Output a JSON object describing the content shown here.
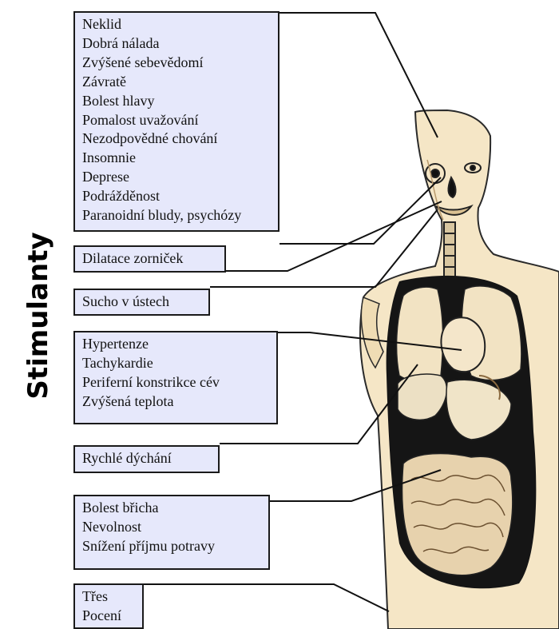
{
  "side_title": "Stimulanty",
  "boxes": [
    {
      "id": "head",
      "items": [
        "Neklid",
        "Dobrá nálada",
        "Zvýšené sebevědomí",
        "Závratě",
        "Bolest hlavy",
        "Pomalost uvažování",
        "Nezodpovědné chování",
        "Insomnie",
        "Deprese",
        "Podrážděnost",
        "Paranoidní bludy, psychózy"
      ]
    },
    {
      "id": "pupils",
      "items": [
        "Dilatace zorniček"
      ]
    },
    {
      "id": "mouth",
      "items": [
        "Sucho v ústech"
      ]
    },
    {
      "id": "heart",
      "items": [
        "Hypertenze",
        "Tachykardie",
        "Periferní konstrikce cév",
        "Zvýšená teplota"
      ]
    },
    {
      "id": "breathing",
      "items": [
        "Rychlé dýchání"
      ]
    },
    {
      "id": "abdomen",
      "items": [
        "Bolest břicha",
        "Nevolnost",
        "Snížení příjmu potravy"
      ]
    },
    {
      "id": "skin",
      "items": [
        "Třes",
        "Pocení"
      ]
    }
  ],
  "colors": {
    "box_fill": "#e6e8fb",
    "skin": "#f5e6c6",
    "outline": "#1a1a1a"
  }
}
